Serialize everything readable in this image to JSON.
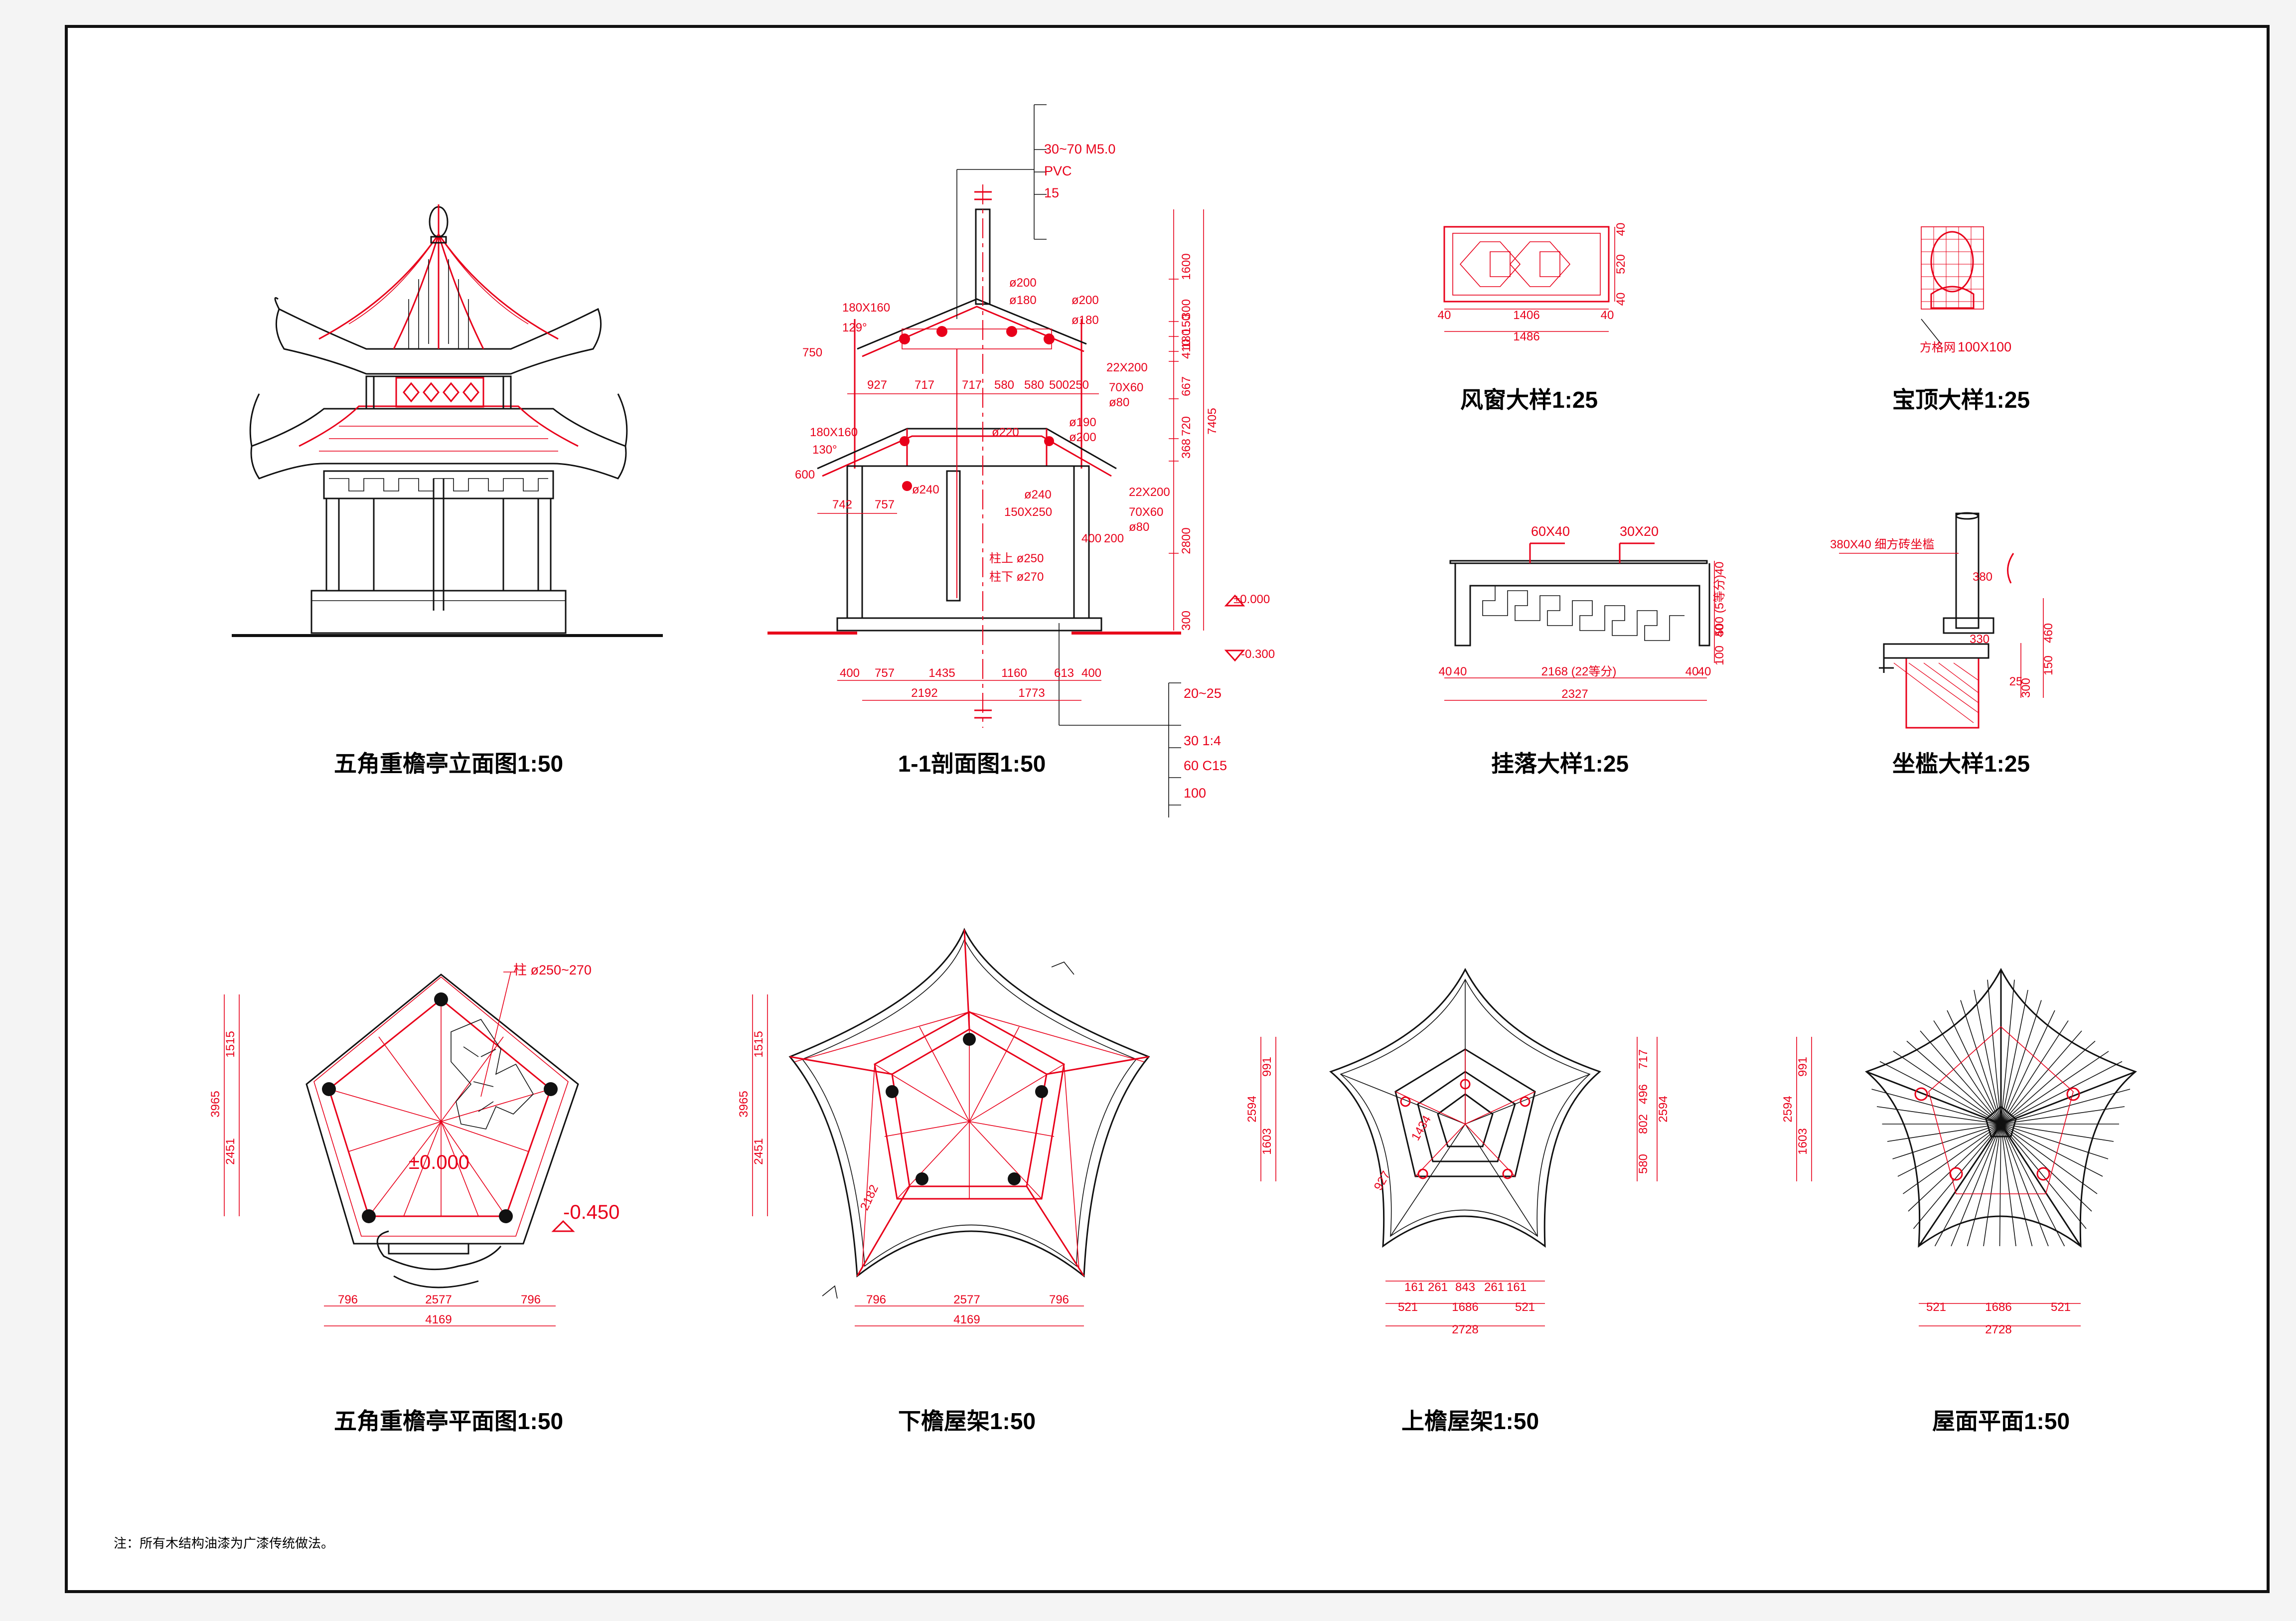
{
  "titles": {
    "elevation": "五角重檐亭立面图1:50",
    "section": "1-1剖面图1:50",
    "vent_window": "风窗大样1:25",
    "finial": "宝顶大样1:25",
    "hanging_frieze": "挂落大样1:25",
    "seat_rail": "坐槛大样1:25",
    "plan": "五角重檐亭平面图1:50",
    "lower_roof_frame": "下檐屋架1:50",
    "upper_roof_frame": "上檐屋架1:50",
    "roof_plan": "屋面平面1:50"
  },
  "note": "注：所有木结构油漆为广漆传统做法。",
  "section": {
    "layers_top": [
      "30~70  M5.0",
      "PVC",
      "15"
    ],
    "layers_bottom": [
      "20~25",
      "30  1:4",
      "60  C15",
      "100"
    ],
    "labels": [
      "180X160",
      "129°",
      "750",
      "ø200",
      "ø180",
      "ø200",
      "ø180",
      "22X200",
      "70X60",
      "ø80",
      "180X160",
      "130°",
      "600",
      "ø220",
      "ø190",
      "ø200",
      "ø240",
      "ø240",
      "150X250",
      "22X200",
      "70X60",
      "ø80",
      "柱上 ø250",
      "柱下 ø270",
      "400",
      "200",
      "±0.000",
      "-0.300"
    ],
    "h_dims_upper": [
      "927",
      "717",
      "717",
      "580",
      "580",
      "500",
      "250"
    ],
    "h_dims_lower": [
      "742",
      "757"
    ],
    "h_dims_base": [
      "400",
      "757",
      "1435",
      "1160",
      "613",
      "400"
    ],
    "h_dims_total": [
      "2192",
      "1773"
    ],
    "v_dims": [
      "1600",
      "300",
      "150",
      "180",
      "410",
      "667",
      "720",
      "368",
      "2800",
      "300"
    ],
    "v_total": "7405"
  },
  "vent_window": {
    "dims": [
      "40",
      "1406",
      "40",
      "1486",
      "40",
      "520",
      "40"
    ]
  },
  "finial": {
    "labels": [
      "方格网",
      "100X100"
    ]
  },
  "hanging_frieze": {
    "labels": [
      "60X40",
      "30X20"
    ],
    "dims": [
      "40",
      "40",
      "2168 (22等分)",
      "40",
      "40",
      "2327",
      "40",
      "500 (5等分)",
      "40",
      "100"
    ]
  },
  "seat_rail": {
    "labels": [
      "380X40 细方砖坐槛"
    ],
    "dims": [
      "380",
      "330",
      "460",
      "150",
      "25",
      "300"
    ]
  },
  "plan": {
    "labels": [
      "柱 ø250~270",
      "±0.000",
      "-0.450"
    ],
    "v_dims": [
      "1515",
      "2451",
      "3965"
    ],
    "h_dims": [
      "796",
      "2577",
      "796",
      "4169"
    ]
  },
  "lower_roof_frame": {
    "v_dims": [
      "1515",
      "2451",
      "3965"
    ],
    "h_dims": [
      "796",
      "2577",
      "796",
      "4169"
    ],
    "labels": [
      "2182"
    ]
  },
  "upper_roof_frame": {
    "v_dims_left": [
      "991",
      "1603",
      "2594"
    ],
    "v_dims_right": [
      "717",
      "496",
      "802",
      "580",
      "2594"
    ],
    "h_dims": [
      "161",
      "261",
      "843",
      "261",
      "161",
      "521",
      "1686",
      "521",
      "2728"
    ],
    "labels": [
      "1434",
      "927"
    ]
  },
  "roof_plan": {
    "v_dims": [
      "991",
      "1603",
      "2594"
    ],
    "h_dims": [
      "521",
      "1686",
      "521",
      "2728"
    ]
  }
}
